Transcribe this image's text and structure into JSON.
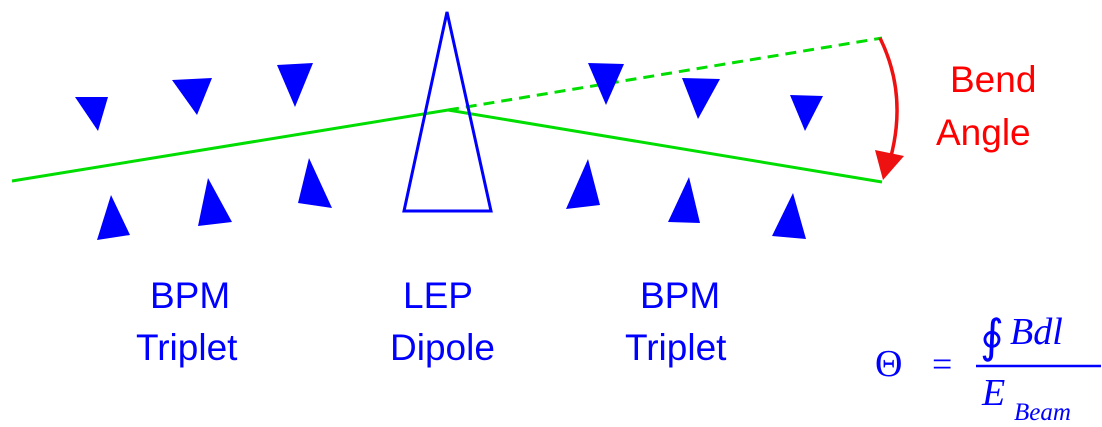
{
  "labels": {
    "bpm_left_line1": "BPM",
    "bpm_left_line2": "Triplet",
    "dipole_line1": "LEP",
    "dipole_line2": "Dipole",
    "bpm_right_line1": "BPM",
    "bpm_right_line2": "Triplet",
    "bend_line1": "Bend",
    "bend_line2": "Angle"
  },
  "equation": {
    "lhs": "Θ",
    "equals": "=",
    "integral": "∮",
    "numerator": "Bdl",
    "denominator_main": "E",
    "denominator_sub": "Beam"
  },
  "colors": {
    "magnets": "#0000ff",
    "beam": "#00dd00",
    "bend_arrow": "#ff0000",
    "text": "#0000ff",
    "bend_text": "#ff0000"
  }
}
